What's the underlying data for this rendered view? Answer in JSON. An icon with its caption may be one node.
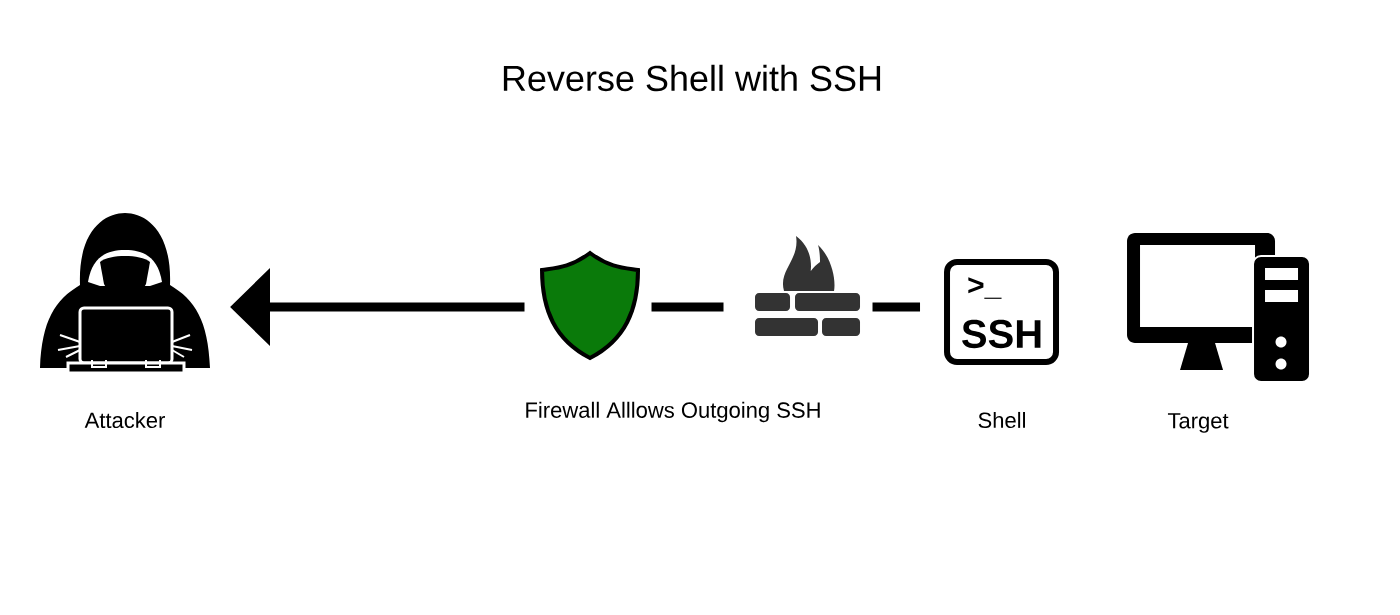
{
  "diagram": {
    "title": "Reverse Shell with SSH",
    "nodes": [
      {
        "text": [
          "Attacker"
        ]
      },
      {
        "text": [],
        "shape": "shield"
      },
      {
        "text": [],
        "shape": "wall"
      },
      {
        "text": [
          ">_",
          "SSH"
        ],
        "beside": [
          "Shell"
        ]
      },
      {
        "text": [
          "Target"
        ]
      }
    ],
    "edges": [
      {
        "from": 1,
        "to": 0,
        "arrow": "to"
      },
      {
        "from": 1,
        "to": 2,
        "arrow": "none"
      },
      {
        "from": 2,
        "to": 3,
        "arrow": "none"
      }
    ],
    "labels": [
      "Firewall Alllows Outgoing SSH"
    ]
  }
}
